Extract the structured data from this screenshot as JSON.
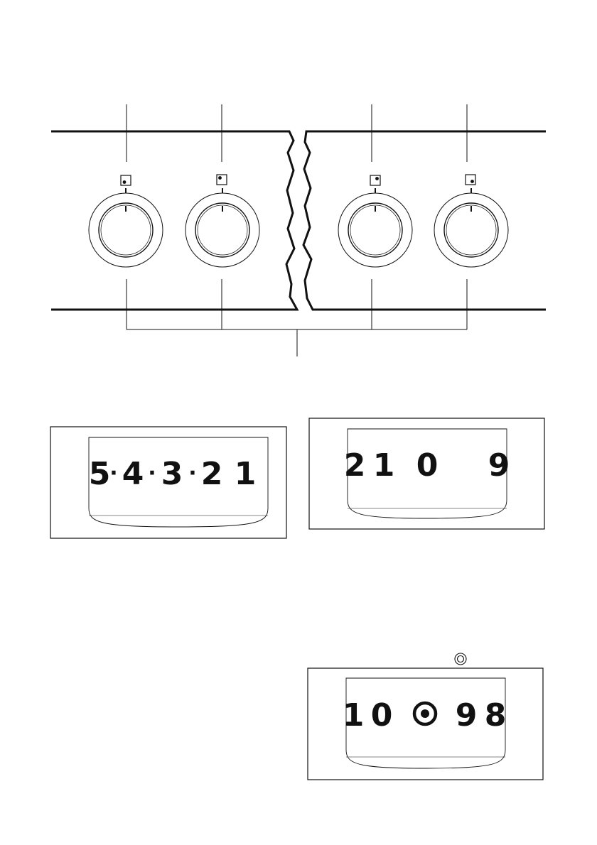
{
  "panel": {
    "knobs": [
      {
        "id": "knob-1",
        "zone_dot": "bottom-left"
      },
      {
        "id": "knob-2",
        "zone_dot": "top-left"
      },
      {
        "id": "knob-3",
        "zone_dot": "top-right"
      },
      {
        "id": "knob-4",
        "zone_dot": "bottom-right"
      }
    ]
  },
  "scales": [
    {
      "id": "scale-1",
      "glyphs": [
        "5",
        "·",
        "4",
        "·",
        "3",
        "·",
        "2",
        "1"
      ]
    },
    {
      "id": "scale-2",
      "glyphs": [
        "2",
        "1",
        "0",
        "9"
      ]
    },
    {
      "id": "scale-3",
      "glyphs": [
        "1",
        "0",
        "◎",
        "9",
        "8"
      ]
    }
  ],
  "colors": {
    "line": "#111111",
    "background": "#ffffff"
  }
}
